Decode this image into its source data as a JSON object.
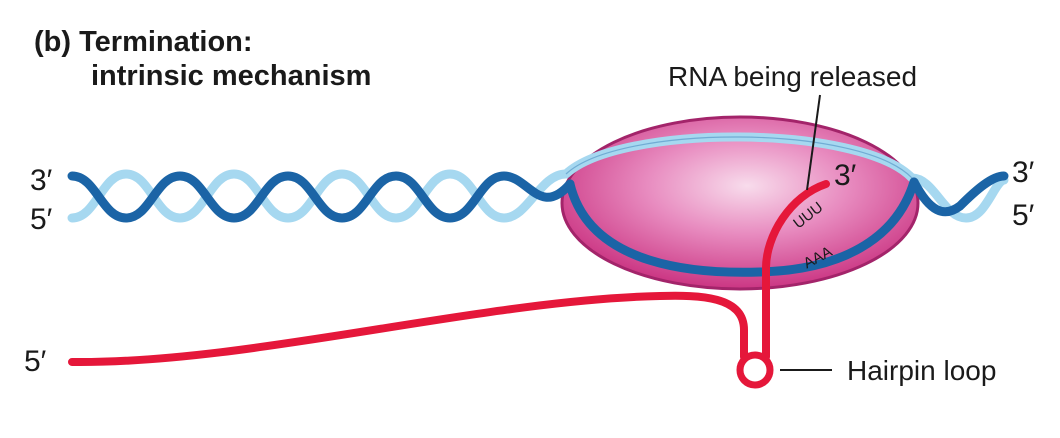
{
  "title": {
    "part": "(b)",
    "line1": "Termination:",
    "line2": "intrinsic mechanism"
  },
  "labels": {
    "rna_released": "RNA being released",
    "hairpin_loop": "Hairpin loop",
    "left_top_end": "3′",
    "left_bottom_end": "5′",
    "right_top_end": "3′",
    "right_bottom_end": "5′",
    "rna_5_end": "5′",
    "rna_3_end": "3′",
    "uuu": "UUU",
    "aaa": "AAA"
  },
  "colors": {
    "dna_dark": "#1b64a6",
    "dna_light": "#a6d8f0",
    "polymerase_fill": "#d9479a",
    "polymerase_center": "#f6d2e6",
    "polymerase_edge": "#a3246a",
    "rna": "#e5173a"
  }
}
